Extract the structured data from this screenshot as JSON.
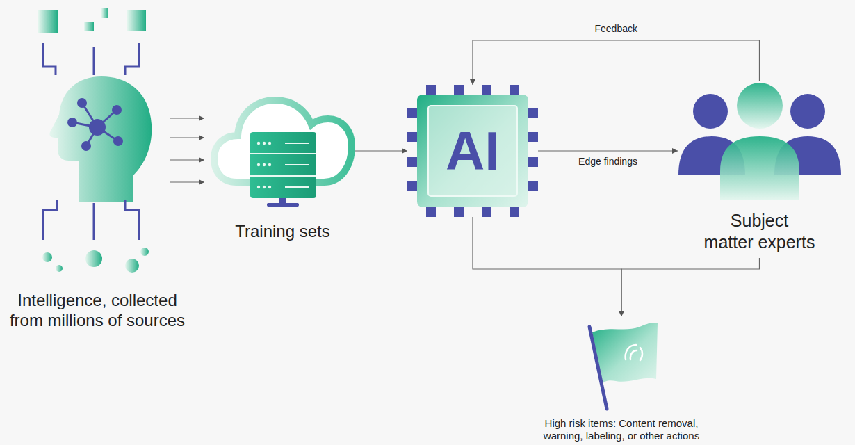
{
  "diagram": {
    "nodes": [
      {
        "text": [
          "Intelligence, collected from millions of sources"
        ]
      },
      {
        "text": [
          "Training sets"
        ]
      },
      {
        "text": [
          "AI"
        ]
      },
      {
        "text": [
          "Subject matter experts"
        ]
      },
      {
        "text": [
          "High risk items: Content removal, warning, labeling, or other actions"
        ]
      }
    ],
    "edges": [
      {
        "from": 0,
        "to": 1,
        "arrow": "to"
      },
      {
        "from": 1,
        "to": 2,
        "arrow": "to"
      },
      {
        "from": 2,
        "to": 3,
        "label": "Edge findings",
        "arrow": "to"
      },
      {
        "from": 3,
        "to": 2,
        "label": "Feedback",
        "arrow": "to"
      },
      {
        "from": 2,
        "to": 4,
        "arrow": "to"
      },
      {
        "from": 3,
        "to": 4,
        "arrow": "to"
      }
    ]
  }
}
